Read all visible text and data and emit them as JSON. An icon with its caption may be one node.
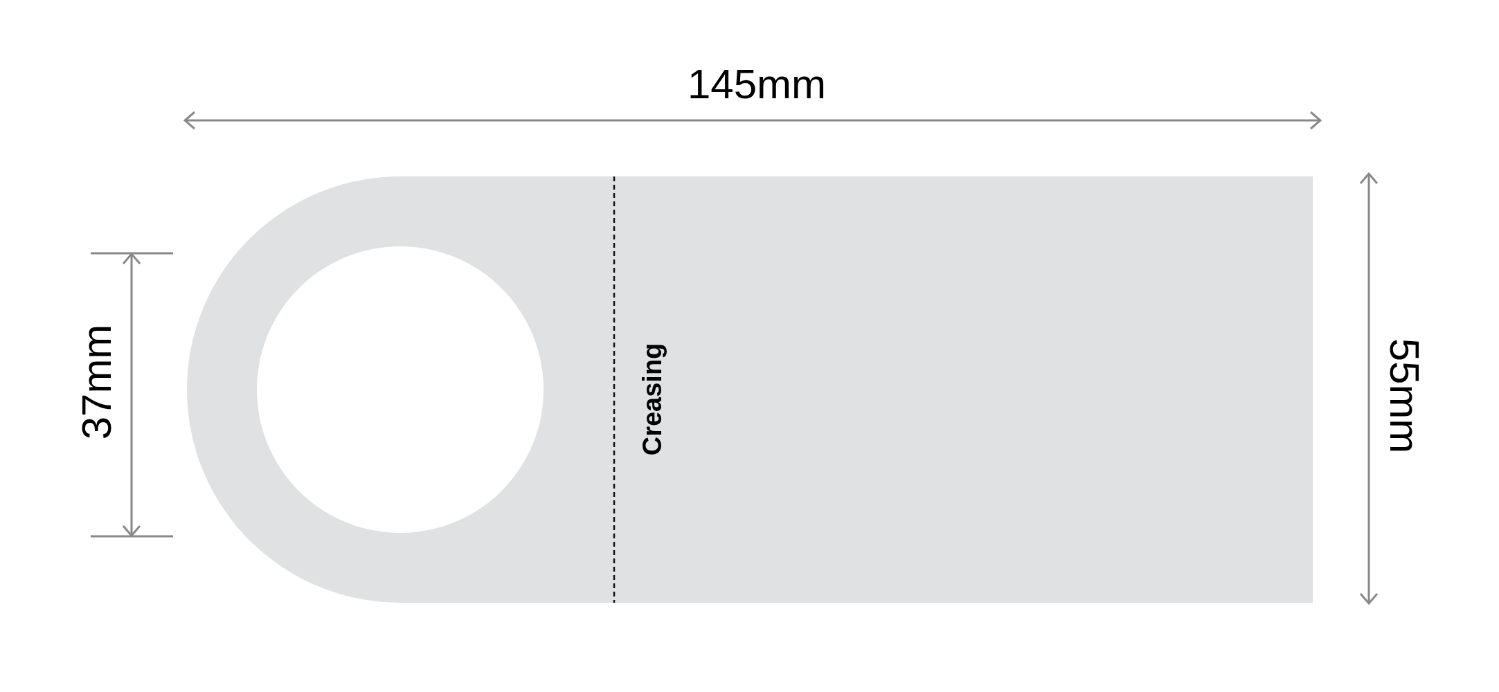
{
  "diagram": {
    "labels": [
      "145mm",
      "37mm",
      "Creasing",
      "55mm"
    ]
  }
}
